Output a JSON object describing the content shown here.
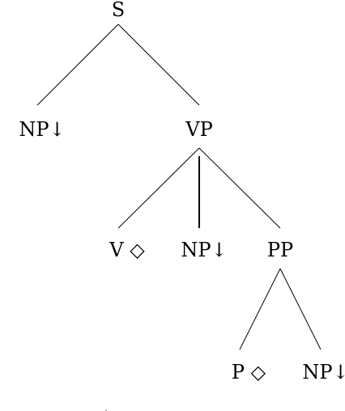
{
  "tree": {
    "nodes": {
      "s": "S",
      "np_subject": "NP↓",
      "vp": "VP",
      "v": "V ◇",
      "np_object": "NP↓",
      "pp": "PP",
      "p": "P ◇",
      "np_pp": "NP↓"
    }
  }
}
